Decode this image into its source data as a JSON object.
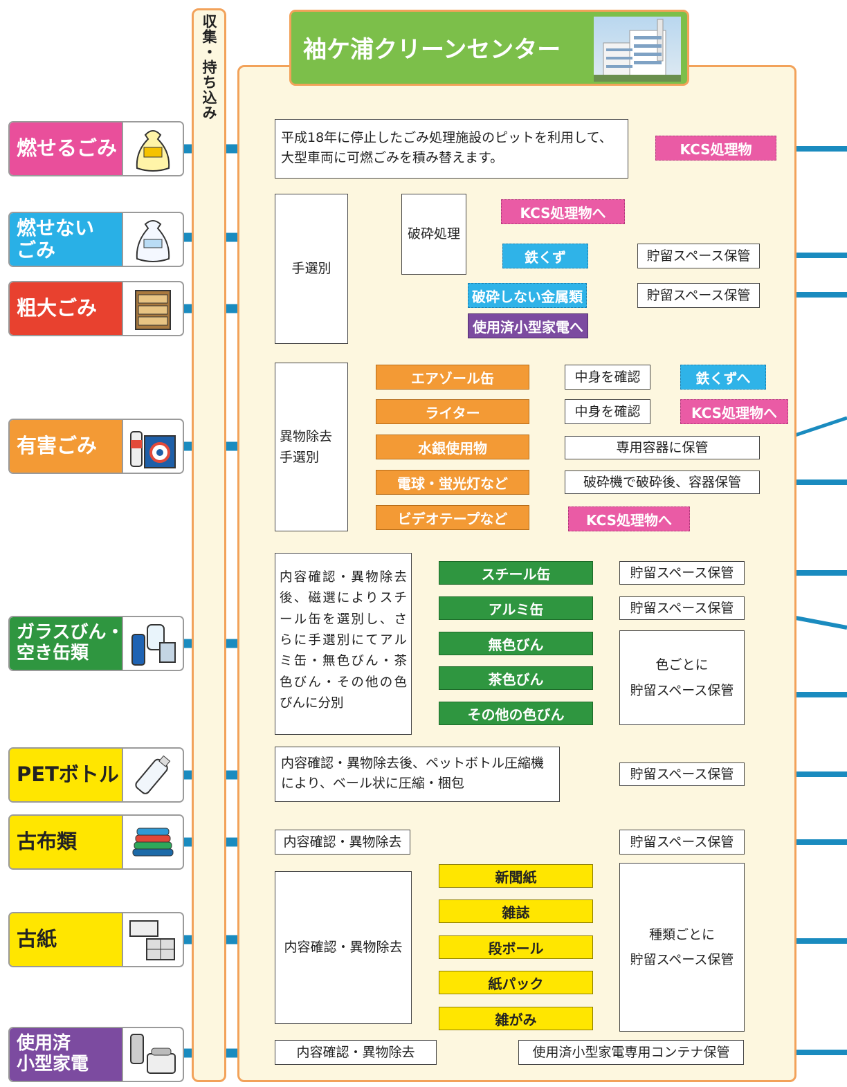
{
  "vertical_label": "収集・持ち込み",
  "facility": {
    "title": "袖ケ浦クリーンセンター",
    "photo_icon": "building-photo"
  },
  "categories": [
    {
      "key": "burnable",
      "label": "燃せるごみ",
      "color": "#e94f9b",
      "text_color": "#ffffff",
      "icon": "garbage-bag-yellow-icon"
    },
    {
      "key": "nonburnable",
      "label": "燃せない\nごみ",
      "color": "#29b0e6",
      "text_color": "#ffffff",
      "icon": "garbage-bag-clear-icon"
    },
    {
      "key": "bulky",
      "label": "粗大ごみ",
      "color": "#e8412f",
      "text_color": "#ffffff",
      "icon": "dresser-icon"
    },
    {
      "key": "hazardous",
      "label": "有害ごみ",
      "color": "#f39a35",
      "text_color": "#ffffff",
      "icon": "spray-can-battery-icon"
    },
    {
      "key": "glass",
      "label": "ガラスびん・\n空き缶類",
      "color": "#2f9640",
      "text_color": "#ffffff",
      "icon": "bottle-can-icon"
    },
    {
      "key": "pet",
      "label": "PETボトル",
      "color": "#ffe600",
      "text_color": "#222222",
      "icon": "pet-bottle-icon"
    },
    {
      "key": "cloth",
      "label": "古布類",
      "color": "#ffe600",
      "text_color": "#222222",
      "icon": "clothes-stack-icon"
    },
    {
      "key": "paper",
      "label": "古紙",
      "color": "#ffe600",
      "text_color": "#222222",
      "icon": "newspaper-bundle-icon"
    },
    {
      "key": "appliance",
      "label": "使用済\n小型家電",
      "color": "#7c4ba0",
      "text_color": "#ffffff",
      "icon": "phone-appliance-icon"
    }
  ],
  "burnable": {
    "process": "平成18年に停止したごみ処理施設のピットを利用して、\n大型車両に可燃ごみを積み替えます。",
    "output": "KCS処理物"
  },
  "nonburnable_bulky": {
    "hand_sort": "手選別",
    "crush": "破砕処理",
    "to_kcs": "KCS処理物へ",
    "iron_scrap": "鉄くず",
    "storage_1": "貯留スペース保管",
    "metals": "破砕しない金属類",
    "storage_2": "貯留スペース保管",
    "small_appliance": "使用済小型家電へ"
  },
  "hazardous": {
    "process": "異物除去\n手選別",
    "aerosol": "エアゾール缶",
    "aerosol_check": "中身を確認",
    "aerosol_out": "鉄くずへ",
    "lighter": "ライター",
    "lighter_check": "中身を確認",
    "lighter_out": "KCS処理物へ",
    "mercury": "水銀使用物",
    "mercury_out": "専用容器に保管",
    "bulbs": "電球・蛍光灯など",
    "bulbs_out": "破砕機で破砕後、容器保管",
    "video": "ビデオテープなど",
    "video_out": "KCS処理物へ"
  },
  "glass": {
    "process": "内容確認・異物除去後、磁選によりスチール缶を選別し、さらに手選別にてアルミ缶・無色びん・茶色びん・その他の色びんに分別",
    "steel": "スチール缶",
    "steel_out": "貯留スペース保管",
    "aluminum": "アルミ缶",
    "aluminum_out": "貯留スペース保管",
    "clear": "無色びん",
    "brown": "茶色びん",
    "other": "その他の色びん",
    "color_out": "色ごとに\n貯留スペース保管"
  },
  "pet": {
    "process": "内容確認・異物除去後、ペットボトル圧縮機\nにより、ベール状に圧縮・梱包",
    "output": "貯留スペース保管"
  },
  "cloth": {
    "process": "内容確認・異物除去",
    "output": "貯留スペース保管"
  },
  "paper": {
    "process": "内容確認・異物除去",
    "newspaper": "新聞紙",
    "magazine": "雑誌",
    "cardboard": "段ボール",
    "carton": "紙パック",
    "misc": "雑がみ",
    "output": "種類ごとに\n貯留スペース保管"
  },
  "appliance": {
    "process": "内容確認・異物除去",
    "output": "使用済小型家電専用コンテナ保管"
  },
  "colors": {
    "arrow": "#1a8bbf",
    "panel_bg": "#fdf7df",
    "panel_border": "#f2a25a",
    "pink": "#ea5ba5",
    "blue": "#2fb3e8",
    "purple": "#7c4ba0",
    "orange": "#f39a35",
    "green": "#2f9640",
    "yellow": "#ffe600",
    "title_green": "#7cbf4a"
  }
}
